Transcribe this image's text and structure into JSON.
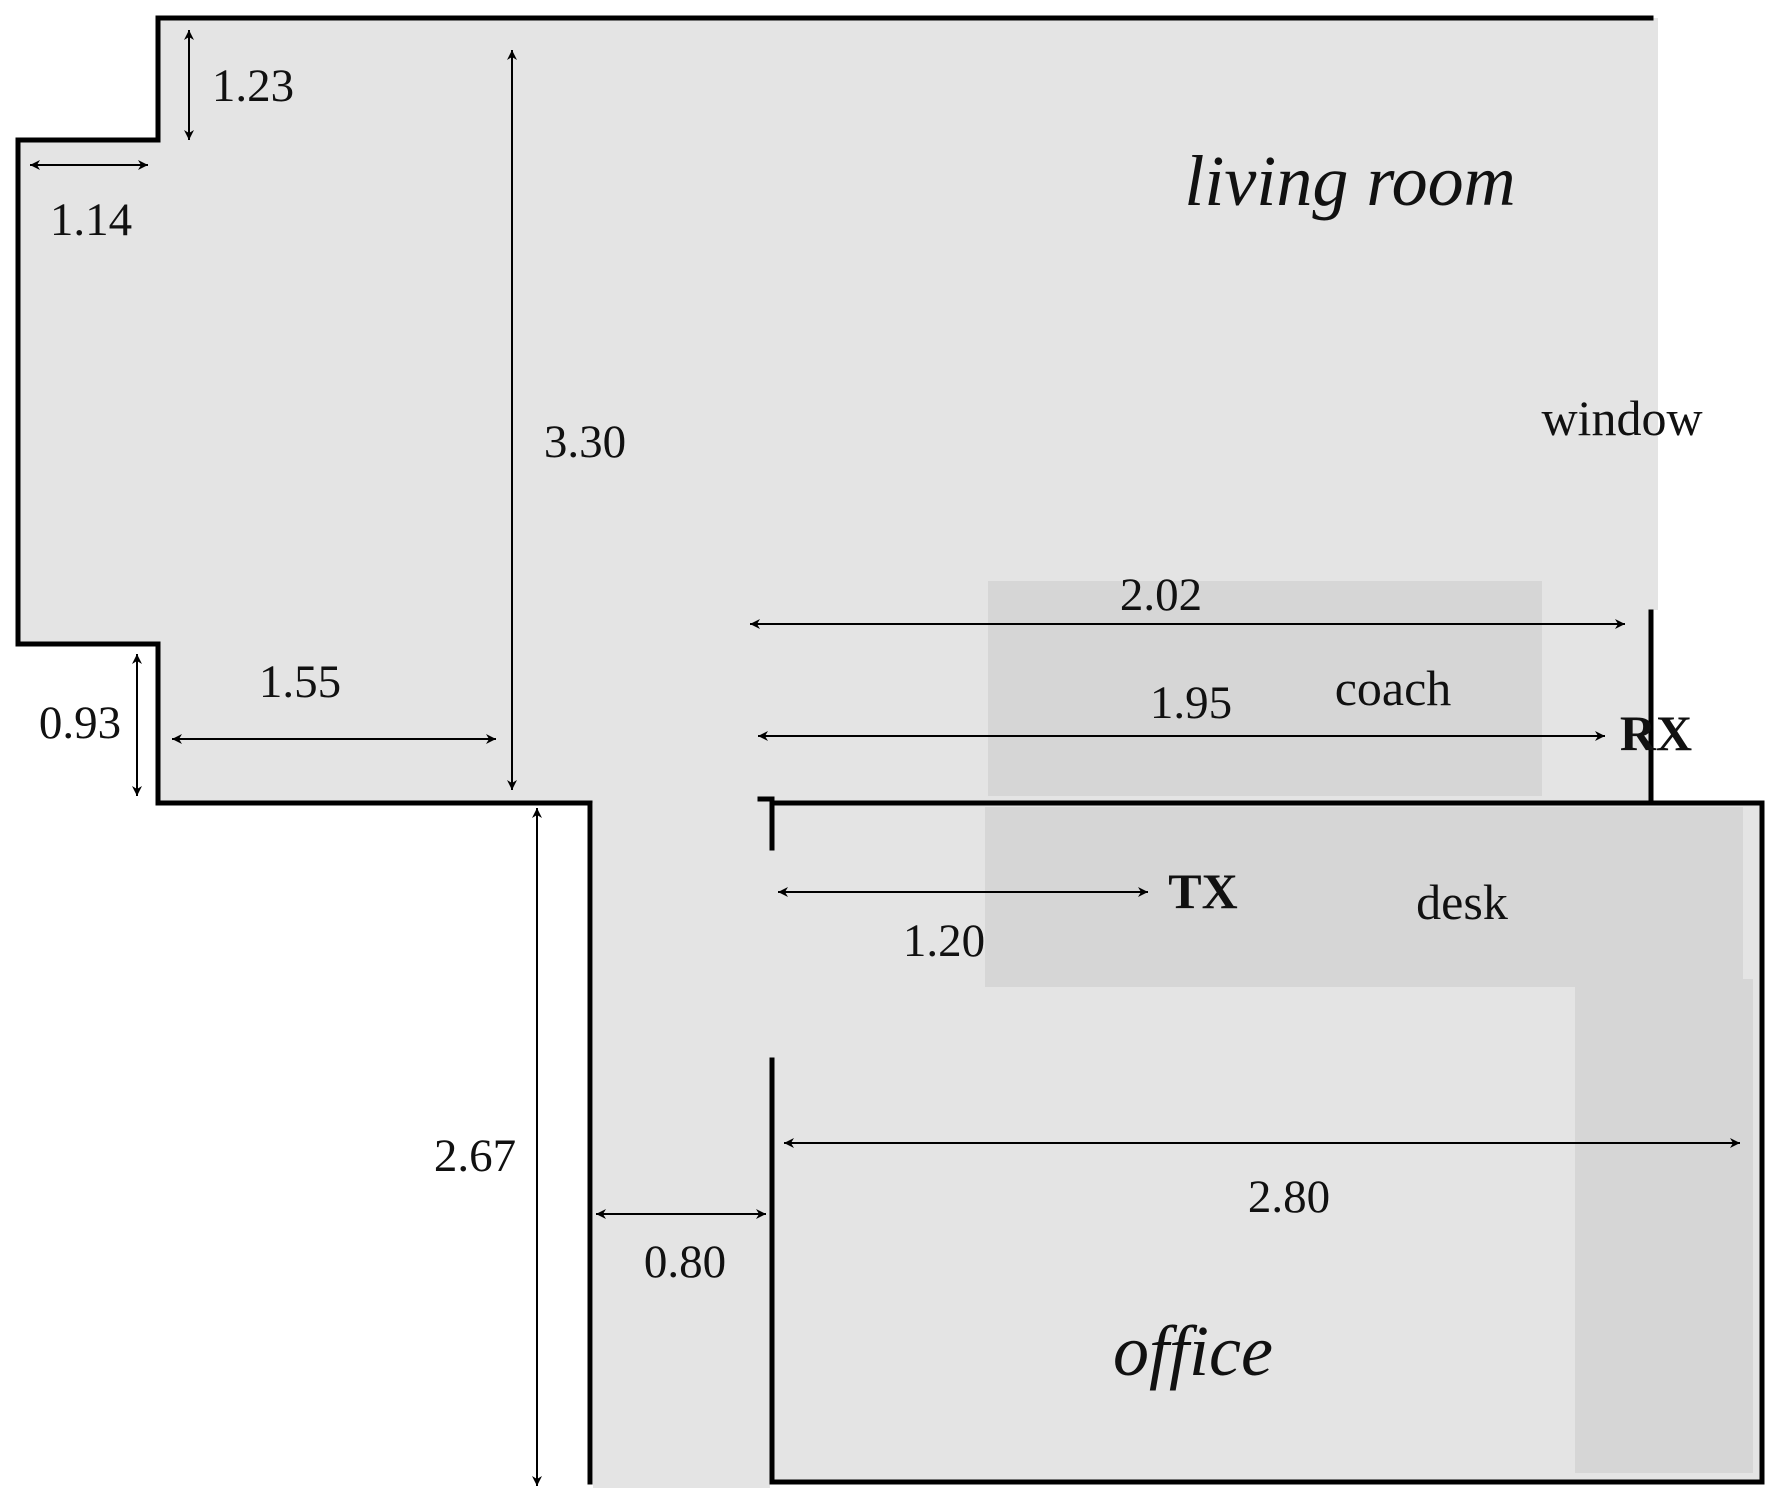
{
  "rooms": {
    "living_room": "living room",
    "office": "office"
  },
  "furniture": {
    "coach": "coach",
    "desk": "desk",
    "window": "window"
  },
  "nodes": {
    "rx": "RX",
    "tx": "TX"
  },
  "dimensions": {
    "d_1_23": "1.23",
    "d_1_14": "1.14",
    "d_3_30": "3.30",
    "d_2_02": "2.02",
    "d_1_95": "1.95",
    "d_1_55": "1.55",
    "d_0_93": "0.93",
    "d_1_20": "1.20",
    "d_2_80": "2.80",
    "d_2_67": "2.67",
    "d_0_80": "0.80"
  },
  "colors": {
    "floor": "#e4e4e4",
    "furniture": "#d6d6d6",
    "wall": "#000000",
    "node": "#ee1111"
  }
}
